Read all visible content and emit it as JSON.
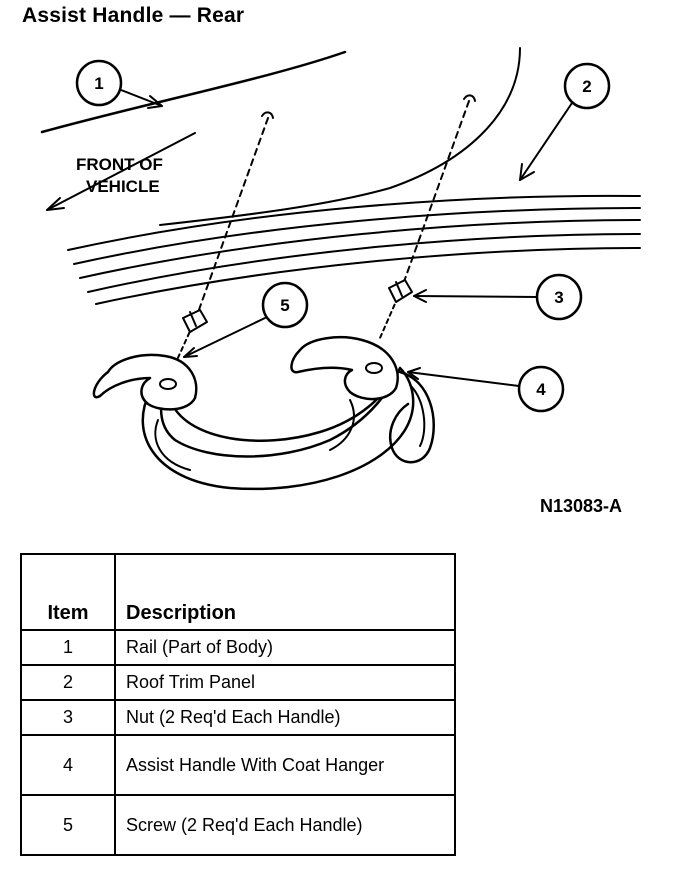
{
  "title": "Assist Handle — Rear",
  "figure_id": "N13083-A",
  "front_label_line1": "FRONT OF",
  "front_label_line2": "VEHICLE",
  "callouts": [
    "1",
    "2",
    "3",
    "4",
    "5"
  ],
  "table": {
    "headers": {
      "item": "Item",
      "description": "Description"
    },
    "rows": [
      {
        "item": "1",
        "description": "Rail (Part of Body)"
      },
      {
        "item": "2",
        "description": "Roof Trim Panel"
      },
      {
        "item": "3",
        "description": "Nut (2 Req'd Each Handle)"
      },
      {
        "item": "4",
        "description": "Assist Handle With Coat Hanger"
      },
      {
        "item": "5",
        "description": "Screw (2 Req'd Each Handle)"
      }
    ]
  }
}
